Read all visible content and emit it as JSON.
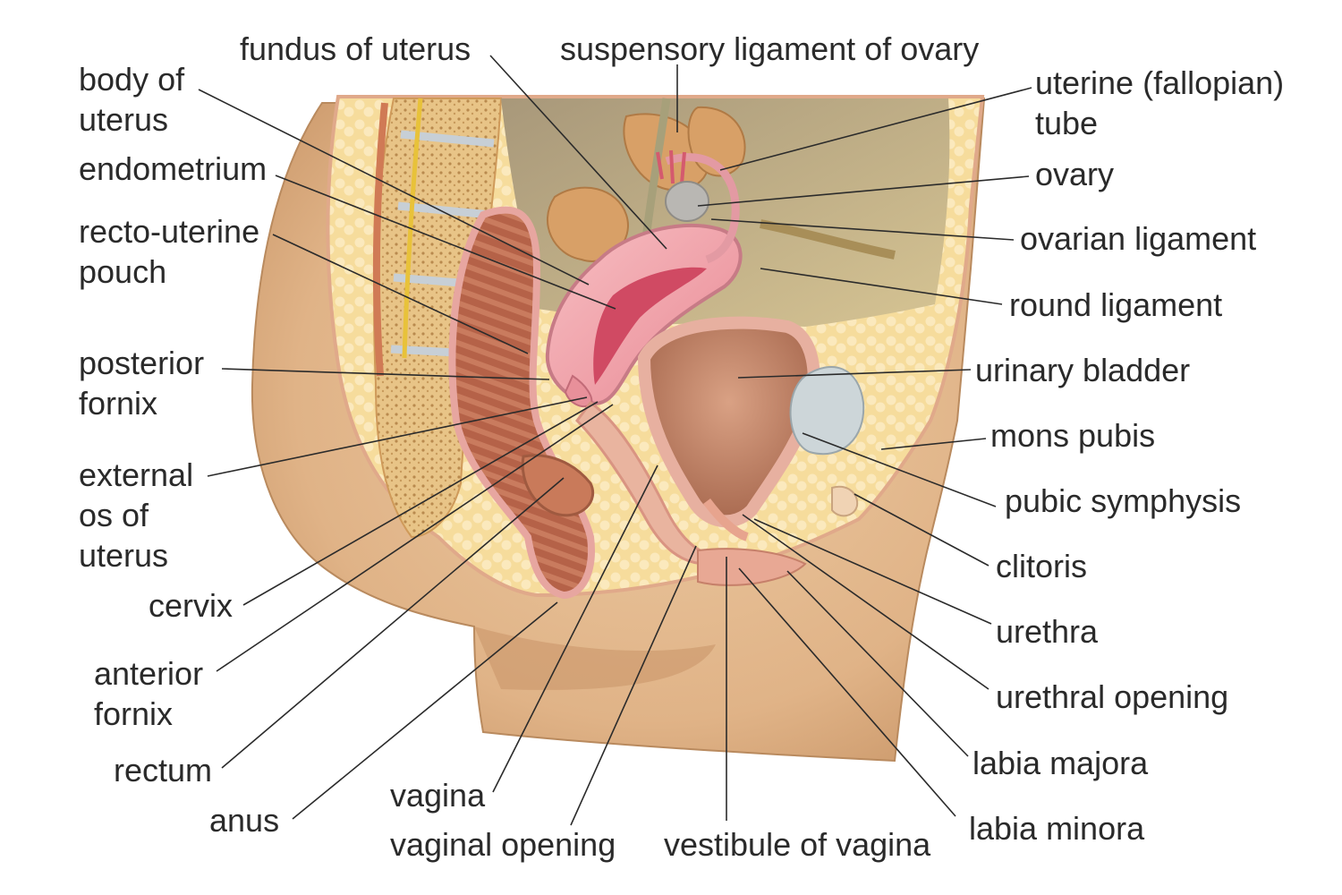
{
  "labels": {
    "fundus_of_uterus": "fundus of uterus",
    "suspensory_ligament_of_ovary": "suspensory ligament of ovary",
    "body_of_uterus": [
      "body of",
      "uterus"
    ],
    "endometrium": "endometrium",
    "recto_uterine_pouch": [
      "recto-uterine",
      "pouch"
    ],
    "posterior_fornix": [
      "posterior",
      "fornix"
    ],
    "external_os_of_uterus": [
      "external",
      "os of",
      "uterus"
    ],
    "cervix": "cervix",
    "anterior_fornix": [
      "anterior",
      "fornix"
    ],
    "rectum": "rectum",
    "anus": "anus",
    "vagina": "vagina",
    "vaginal_opening": "vaginal opening",
    "vestibule_of_vagina": "vestibule of vagina",
    "uterine_tube": [
      "uterine (fallopian)",
      "tube"
    ],
    "ovary": "ovary",
    "ovarian_ligament": "ovarian ligament",
    "round_ligament": "round ligament",
    "urinary_bladder": "urinary bladder",
    "mons_pubis": "mons pubis",
    "pubic_symphysis": "pubic symphysis",
    "clitoris": "clitoris",
    "urethra": "urethra",
    "urethral_opening": "urethral opening",
    "labia_majora": "labia majora",
    "labia_minora": "labia minora"
  },
  "colors": {
    "skin": "#e2b88e",
    "skin_shadow": "#c9976a",
    "fat": "#f6dc9c",
    "bone": "#e9c98d",
    "cavity": "#c8b78a",
    "uterus": "#f2aab0",
    "endometrium": "#c93a55",
    "muscle": "#b9674a",
    "bladder": "#c98c6e",
    "pubic_bone": "#c9d2d5"
  }
}
